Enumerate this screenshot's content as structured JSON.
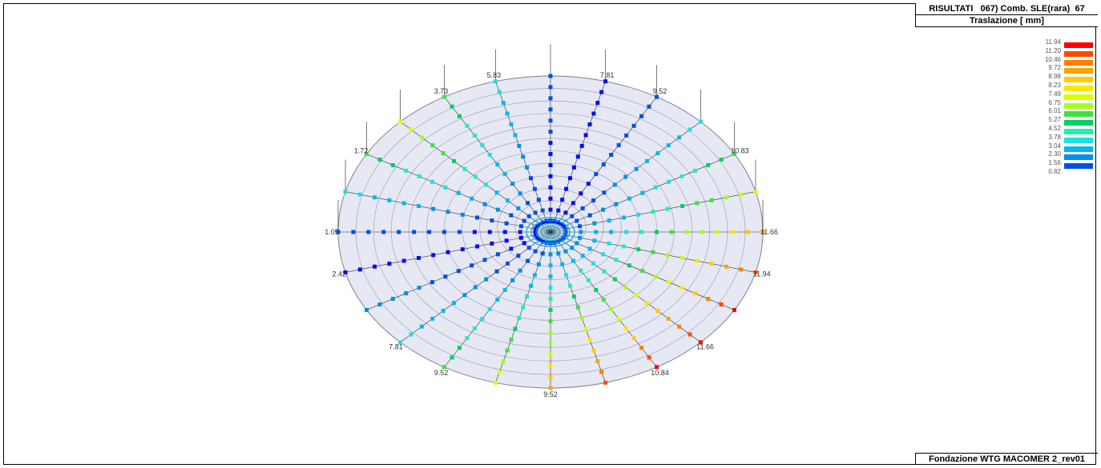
{
  "header": {
    "line1": "RISULTATI   067) Comb. SLE(rara)  67",
    "line2": "Traslazione [ mm]"
  },
  "footer": {
    "title": "Fondazione WTG MACOMER 2_rev01"
  },
  "legend": {
    "values": [
      "11.94",
      "11.20",
      "10.46",
      "9.72",
      "8.98",
      "8.23",
      "7.49",
      "6.75",
      "6.01",
      "5.27",
      "4.52",
      "3.78",
      "3.04",
      "2.30",
      "1.56",
      "0.82"
    ],
    "colors": [
      "#ff0000",
      "#ff4a00",
      "#ff8000",
      "#ffa300",
      "#ffcc00",
      "#ffe600",
      "#d9ff00",
      "#a0ff20",
      "#40e040",
      "#00d060",
      "#20f0b0",
      "#20e0e0",
      "#00b8f0",
      "#0090e8",
      "#0050e0",
      "#0010f0"
    ]
  },
  "chart_data": {
    "type": "radial-displacement",
    "value_range": [
      0.82,
      11.94
    ],
    "rim_values": [
      {
        "value": "9.52"
      },
      {
        "value": "10.84"
      },
      {
        "value": "11.66"
      },
      {
        "value": "11.94"
      },
      {
        "value": "11.66"
      },
      {
        "value": "10.83"
      },
      {
        "value": "9.52"
      },
      {
        "value": "7.81"
      },
      {
        "value": "5.83"
      },
      {
        "value": "3.73"
      },
      {
        "value": "1.72"
      },
      {
        "value": "1.05"
      },
      {
        "value": "1.42"
      },
      {
        "value": "3.72"
      },
      {
        "value": "5.83"
      },
      {
        "value": "7.81"
      },
      {
        "value": "5.83"
      },
      {
        "value": "3.73"
      },
      {
        "value": "1.72"
      },
      {
        "value": "1.05"
      },
      {
        "value": "2.42"
      },
      {
        "value": "3.72"
      },
      {
        "value": "5.83"
      },
      {
        "value": "7.81"
      }
    ],
    "visible_rim_labels": [
      "9.52",
      "10.84",
      "11.66",
      "11.94",
      "11.66",
      "10.83",
      "9.52",
      "7.81",
      "5.83",
      "3.73",
      "1.72",
      "1.05",
      "2.42",
      "7.81",
      "9.52"
    ]
  }
}
